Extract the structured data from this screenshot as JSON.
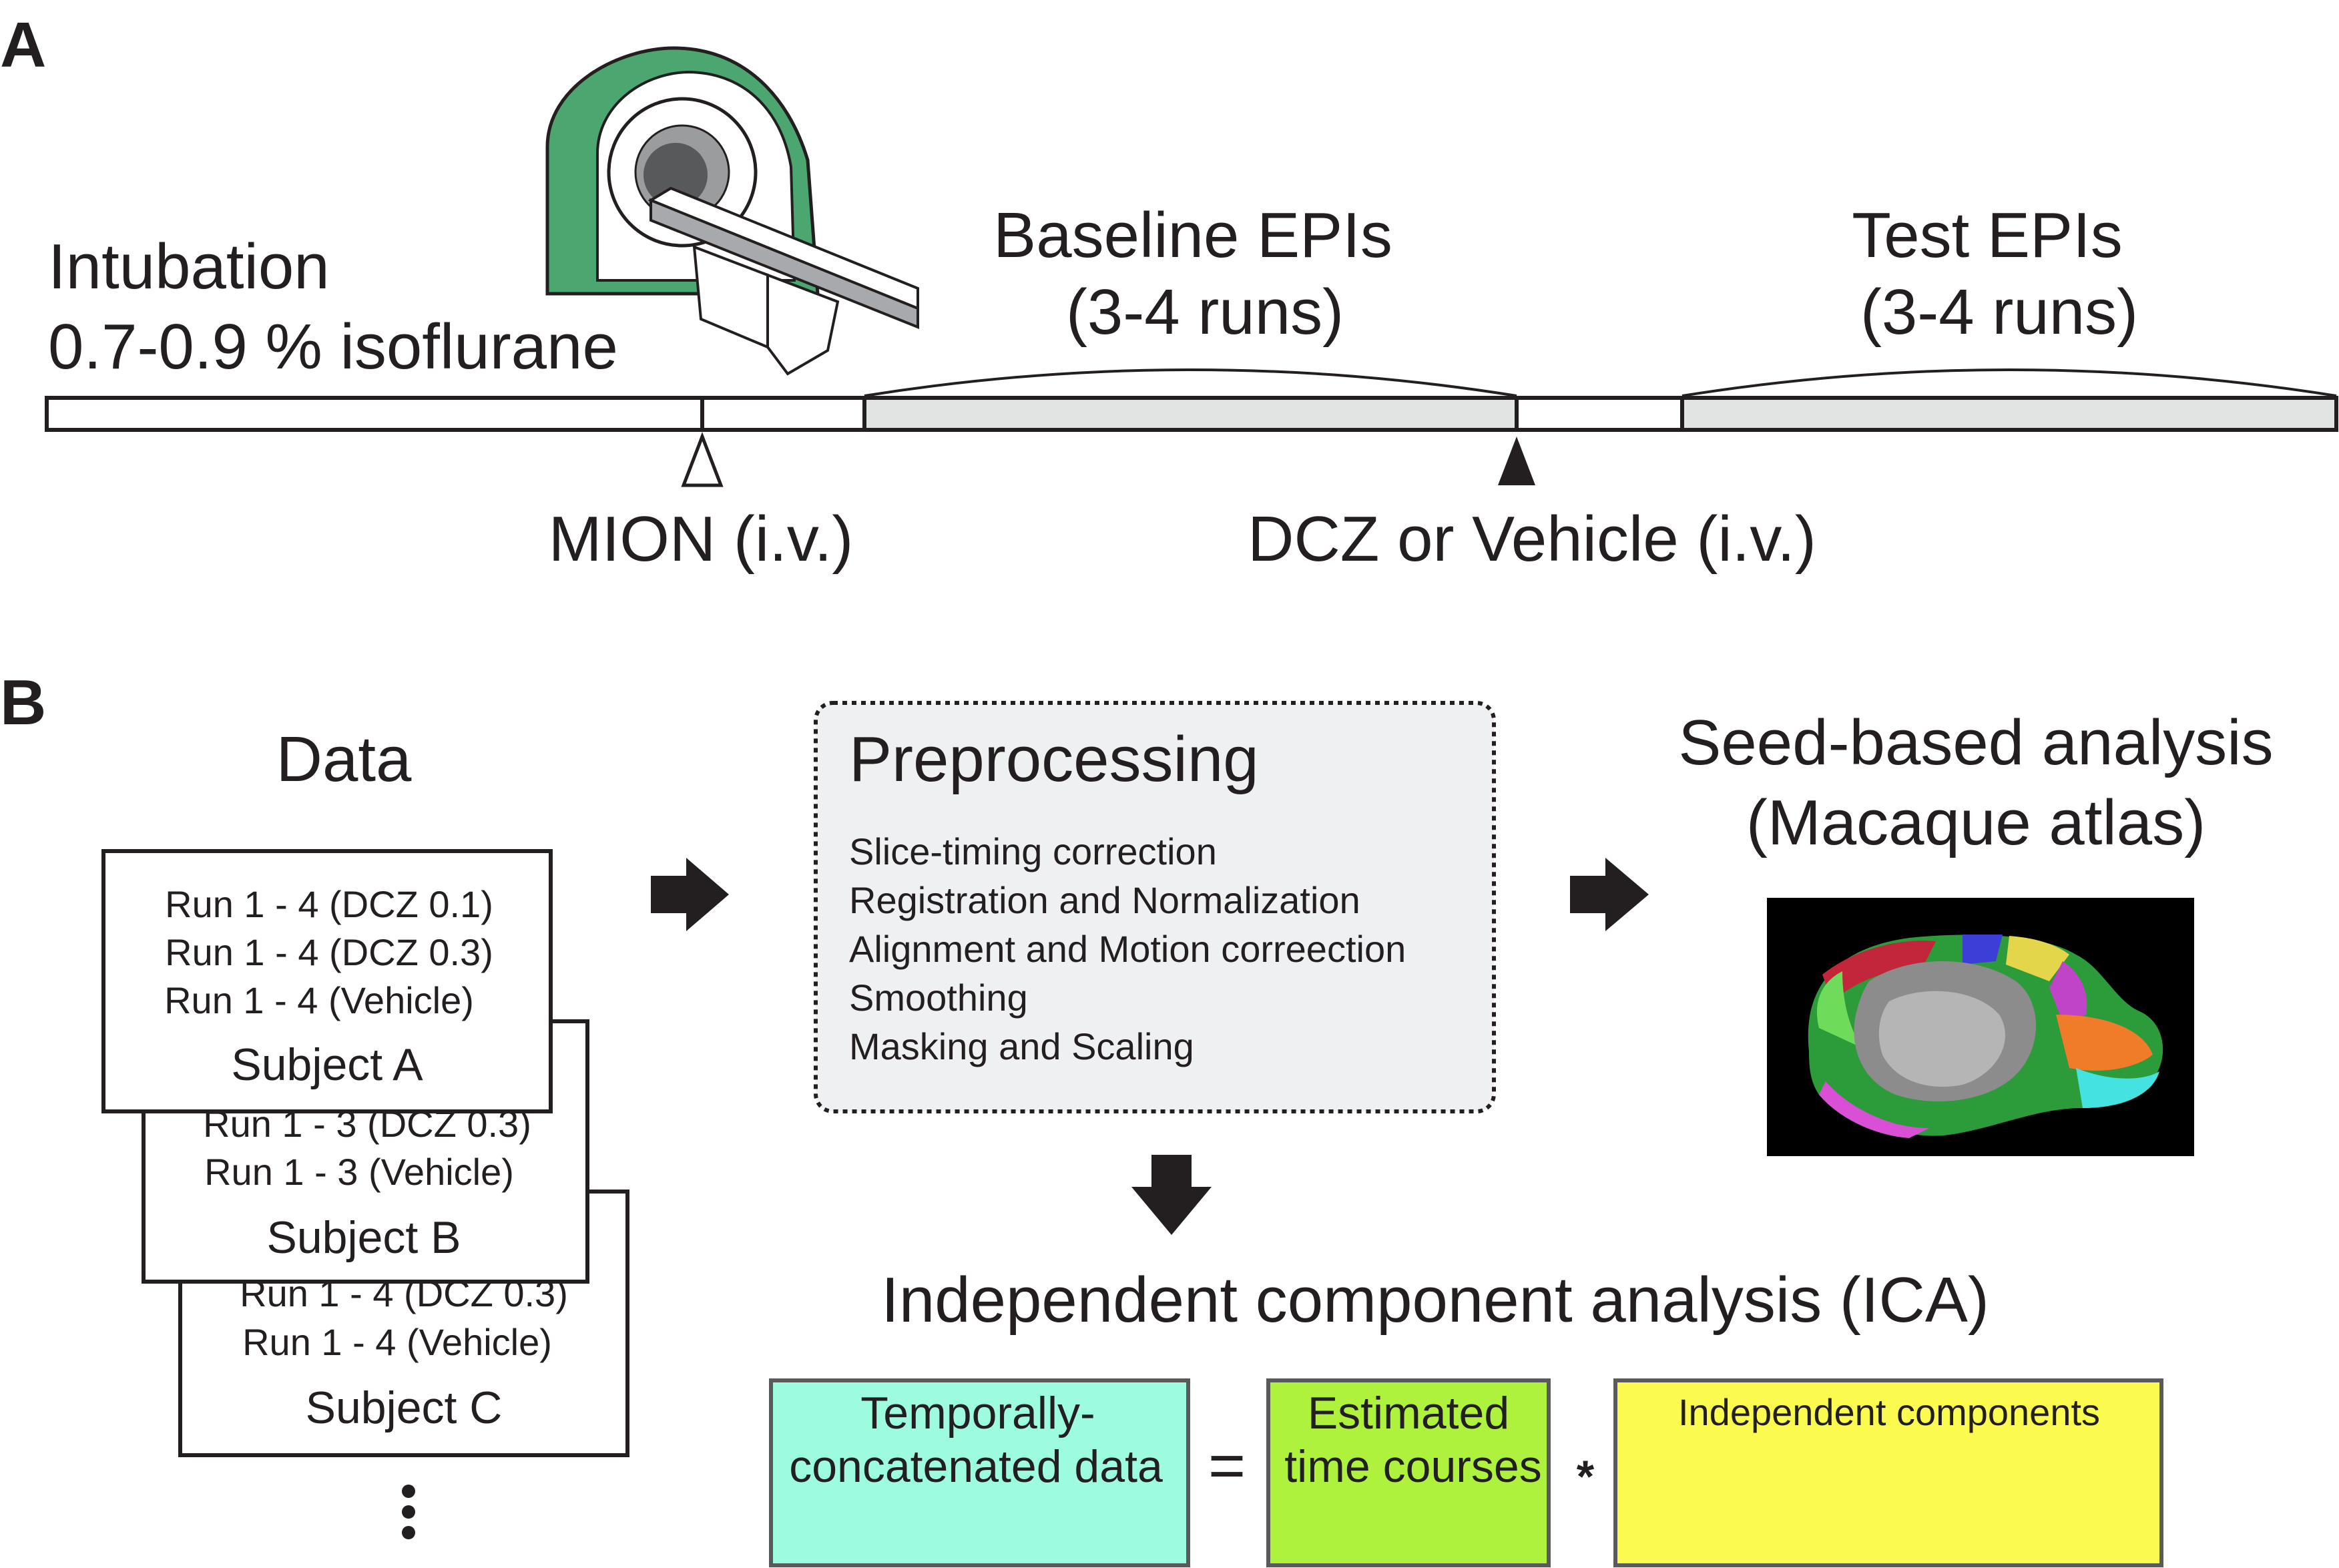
{
  "panel_a": {
    "label": "A",
    "intubation": "Intubation",
    "isoflurane": "0.7-0.9 % isoflurane",
    "baseline_title": "Baseline EPIs",
    "baseline_runs": "(3-4 runs)",
    "test_title": "Test EPIs",
    "test_runs": "(3-4 runs)",
    "mion": "MION (i.v.)",
    "dcz": "DCZ or Vehicle (i.v.)"
  },
  "panel_b": {
    "label": "B",
    "data_title": "Data",
    "subjects": [
      {
        "name": "Subject A",
        "runs": [
          "Run 1 - 4 (DCZ 0.1)",
          "Run 1 - 4 (DCZ 0.3)",
          "Run 1 - 4 (Vehicle)"
        ]
      },
      {
        "name": "Subject B",
        "runs": [
          "Run 1 - 3 (DCZ 0.3)",
          "Run 1 - 3 (Vehicle)"
        ]
      },
      {
        "name": "Subject C",
        "runs": [
          "Run 1 - 4 (DCZ 0.3)",
          "Run 1 - 4 (Vehicle)"
        ]
      }
    ],
    "ellipsis": "⋮",
    "preprocessing": {
      "title": "Preprocessing",
      "steps": [
        "Slice-timing correction",
        "Registration and Normalization",
        "Alignment and Motion correection",
        "Smoothing",
        "Masking and Scaling"
      ]
    },
    "seed_title": "Seed-based analysis",
    "seed_subtitle": "(Macaque atlas)",
    "ica_title": "Independent component analysis (ICA)",
    "ica_boxes": {
      "data_line1": "Temporally-",
      "data_line2": "concatenated data",
      "equals": "=",
      "courses_line1": "Estimated",
      "courses_line2": "time courses",
      "times": "*",
      "components": "Independent components"
    }
  },
  "colors": {
    "scanner_green": "#4ca66f",
    "epi_fill": "#e2e4e4",
    "prep_fill": "#eef0f1",
    "ica_data": "#9dfbe0",
    "ica_courses": "#aef23e",
    "ica_components": "#fbfb4f"
  }
}
